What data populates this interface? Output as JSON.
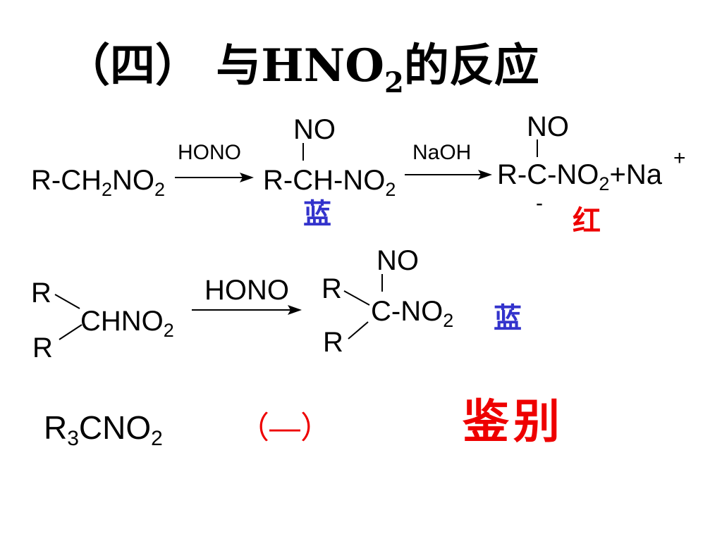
{
  "title": {
    "prefix": "（四） 与HNO",
    "sub": "2",
    "suffix": "的反应"
  },
  "reaction1": {
    "reactant_a": "R-CH",
    "reactant_sub1": "2",
    "reactant_b": "NO",
    "reactant_sub2": "2",
    "reagent1": "HONO",
    "nitroso_label": "NO",
    "product_a": "R-CH-NO",
    "product_sub": "2",
    "product_color_label": "蓝",
    "reagent2": "NaOH",
    "salt_nitroso": "NO",
    "salt_a": "R-C-NO",
    "salt_sub": "2",
    "salt_b": "+Na",
    "salt_charge": "+",
    "carbanion_charge": "-",
    "salt_color_label": "红"
  },
  "reaction2": {
    "r_top": "R",
    "r_bottom": "R",
    "reactant_a": "CHNO",
    "reactant_sub": "2",
    "reagent": "HONO",
    "nitroso_label": "NO",
    "p_r_top": "R",
    "p_r_bottom": "R",
    "product_a": "C-NO",
    "product_sub": "2",
    "color_label": "蓝"
  },
  "reaction3": {
    "compound_a": "R",
    "compound_sub1": "3",
    "compound_b": "CNO",
    "compound_sub2": "2",
    "result": "（—）"
  },
  "conclusion": "鉴别",
  "colors": {
    "blue": "#3333cc",
    "red": "#ee0000",
    "black": "#000000"
  }
}
